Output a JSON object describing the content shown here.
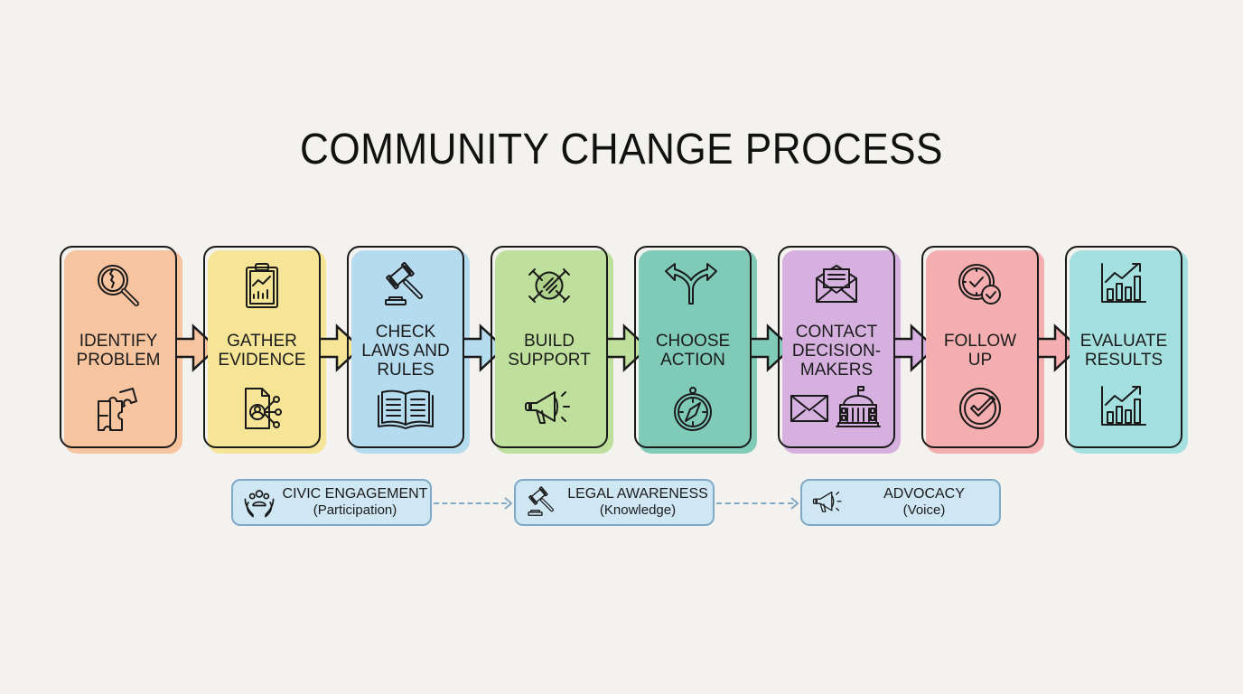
{
  "title": "COMMUNITY CHANGE PROCESS",
  "colors": {
    "background": "#f3f2ee",
    "outline": "#1a1a1a",
    "legend_fill": "#cfe6f3",
    "legend_border": "#7fa9c6"
  },
  "steps": [
    {
      "label": "IDENTIFY\nPROBLEM",
      "color": "#f7c4a0",
      "icon_top": "magnifier-icon",
      "icon_bottom": "puzzle-icon"
    },
    {
      "label": "GATHER\nEVIDENCE",
      "color": "#f6e596",
      "icon_top": "clipboard-chart-icon",
      "icon_bottom": "document-network-icon"
    },
    {
      "label": "CHECK\nLAWS AND\nRULES",
      "color": "#b5dbef",
      "icon_top": "gavel-icon",
      "icon_bottom": "open-book-icon"
    },
    {
      "label": "BUILD\nSUPPORT",
      "color": "#bfe09c",
      "icon_top": "hands-together-icon",
      "icon_bottom": "megaphone-icon"
    },
    {
      "label": "CHOOSE\nACTION",
      "color": "#7fcbb8",
      "icon_top": "fork-arrows-icon",
      "icon_bottom": "compass-icon"
    },
    {
      "label": "CONTACT\nDECISION-\nMAKERS",
      "color": "#d6b1e0",
      "icon_top": "open-envelope-icon",
      "icon_bottom": "envelope-capitol-icon"
    },
    {
      "label": "FOLLOW\nUP",
      "color": "#f4aeb0",
      "icon_top": "clock-check-icon",
      "icon_bottom": "check-circle-icon"
    },
    {
      "label": "EVALUATE\nRESULTS",
      "color": "#a5e0e0",
      "icon_top": "growth-chart-icon",
      "icon_bottom": "growth-chart-icon"
    }
  ],
  "legend": [
    {
      "title": "CIVIC ENGAGEMENT",
      "subtitle": "(Participation)",
      "icon": "people-hands-icon"
    },
    {
      "title": "LEGAL AWARENESS",
      "subtitle": "(Knowledge)",
      "icon": "gavel-icon"
    },
    {
      "title": "ADVOCACY",
      "subtitle": "(Voice)",
      "icon": "megaphone-icon"
    }
  ]
}
